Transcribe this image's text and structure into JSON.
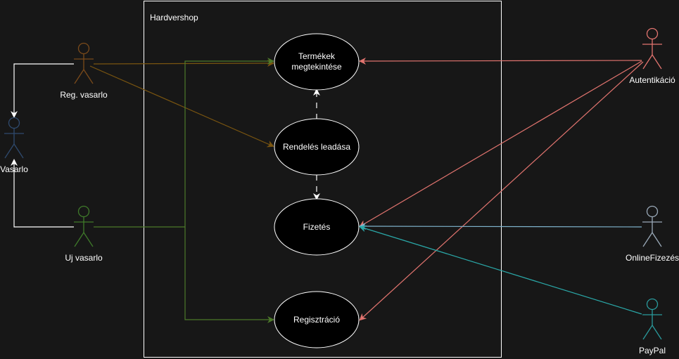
{
  "system": {
    "title": "Hardvershop"
  },
  "use_cases": {
    "termekek_line1": "Termékek",
    "termekek_line2": "megtekintése",
    "rendeles": "Rendelés leadása",
    "fizetes": "Fizetés",
    "regisztracio": "Regisztráció"
  },
  "actors": {
    "reg_vasarlo": {
      "label": "Reg. vasarlo",
      "color": "#7a4a1a"
    },
    "vasarlo": {
      "label": "Vasarlo",
      "color": "#2f4a6e"
    },
    "uj_vasarlo": {
      "label": "Uj vasarlo",
      "color": "#3f7a2a"
    },
    "autentikacio": {
      "label": "Autentikáció",
      "color": "#e2746f"
    },
    "online_fizetes": {
      "label": "OnlineFizezés",
      "color": "#9aa9b8"
    },
    "paypal": {
      "label": "PayPal",
      "color": "#2a9a9c"
    }
  },
  "colors": {
    "background": "#171717",
    "foreground": "#ffffff",
    "reg_edge": "#7a5510",
    "uj_edge": "#4d7a2a",
    "auth_edge": "#e2746f",
    "online_edge": "#7fb3cc",
    "paypal_edge": "#2aa8a8"
  }
}
